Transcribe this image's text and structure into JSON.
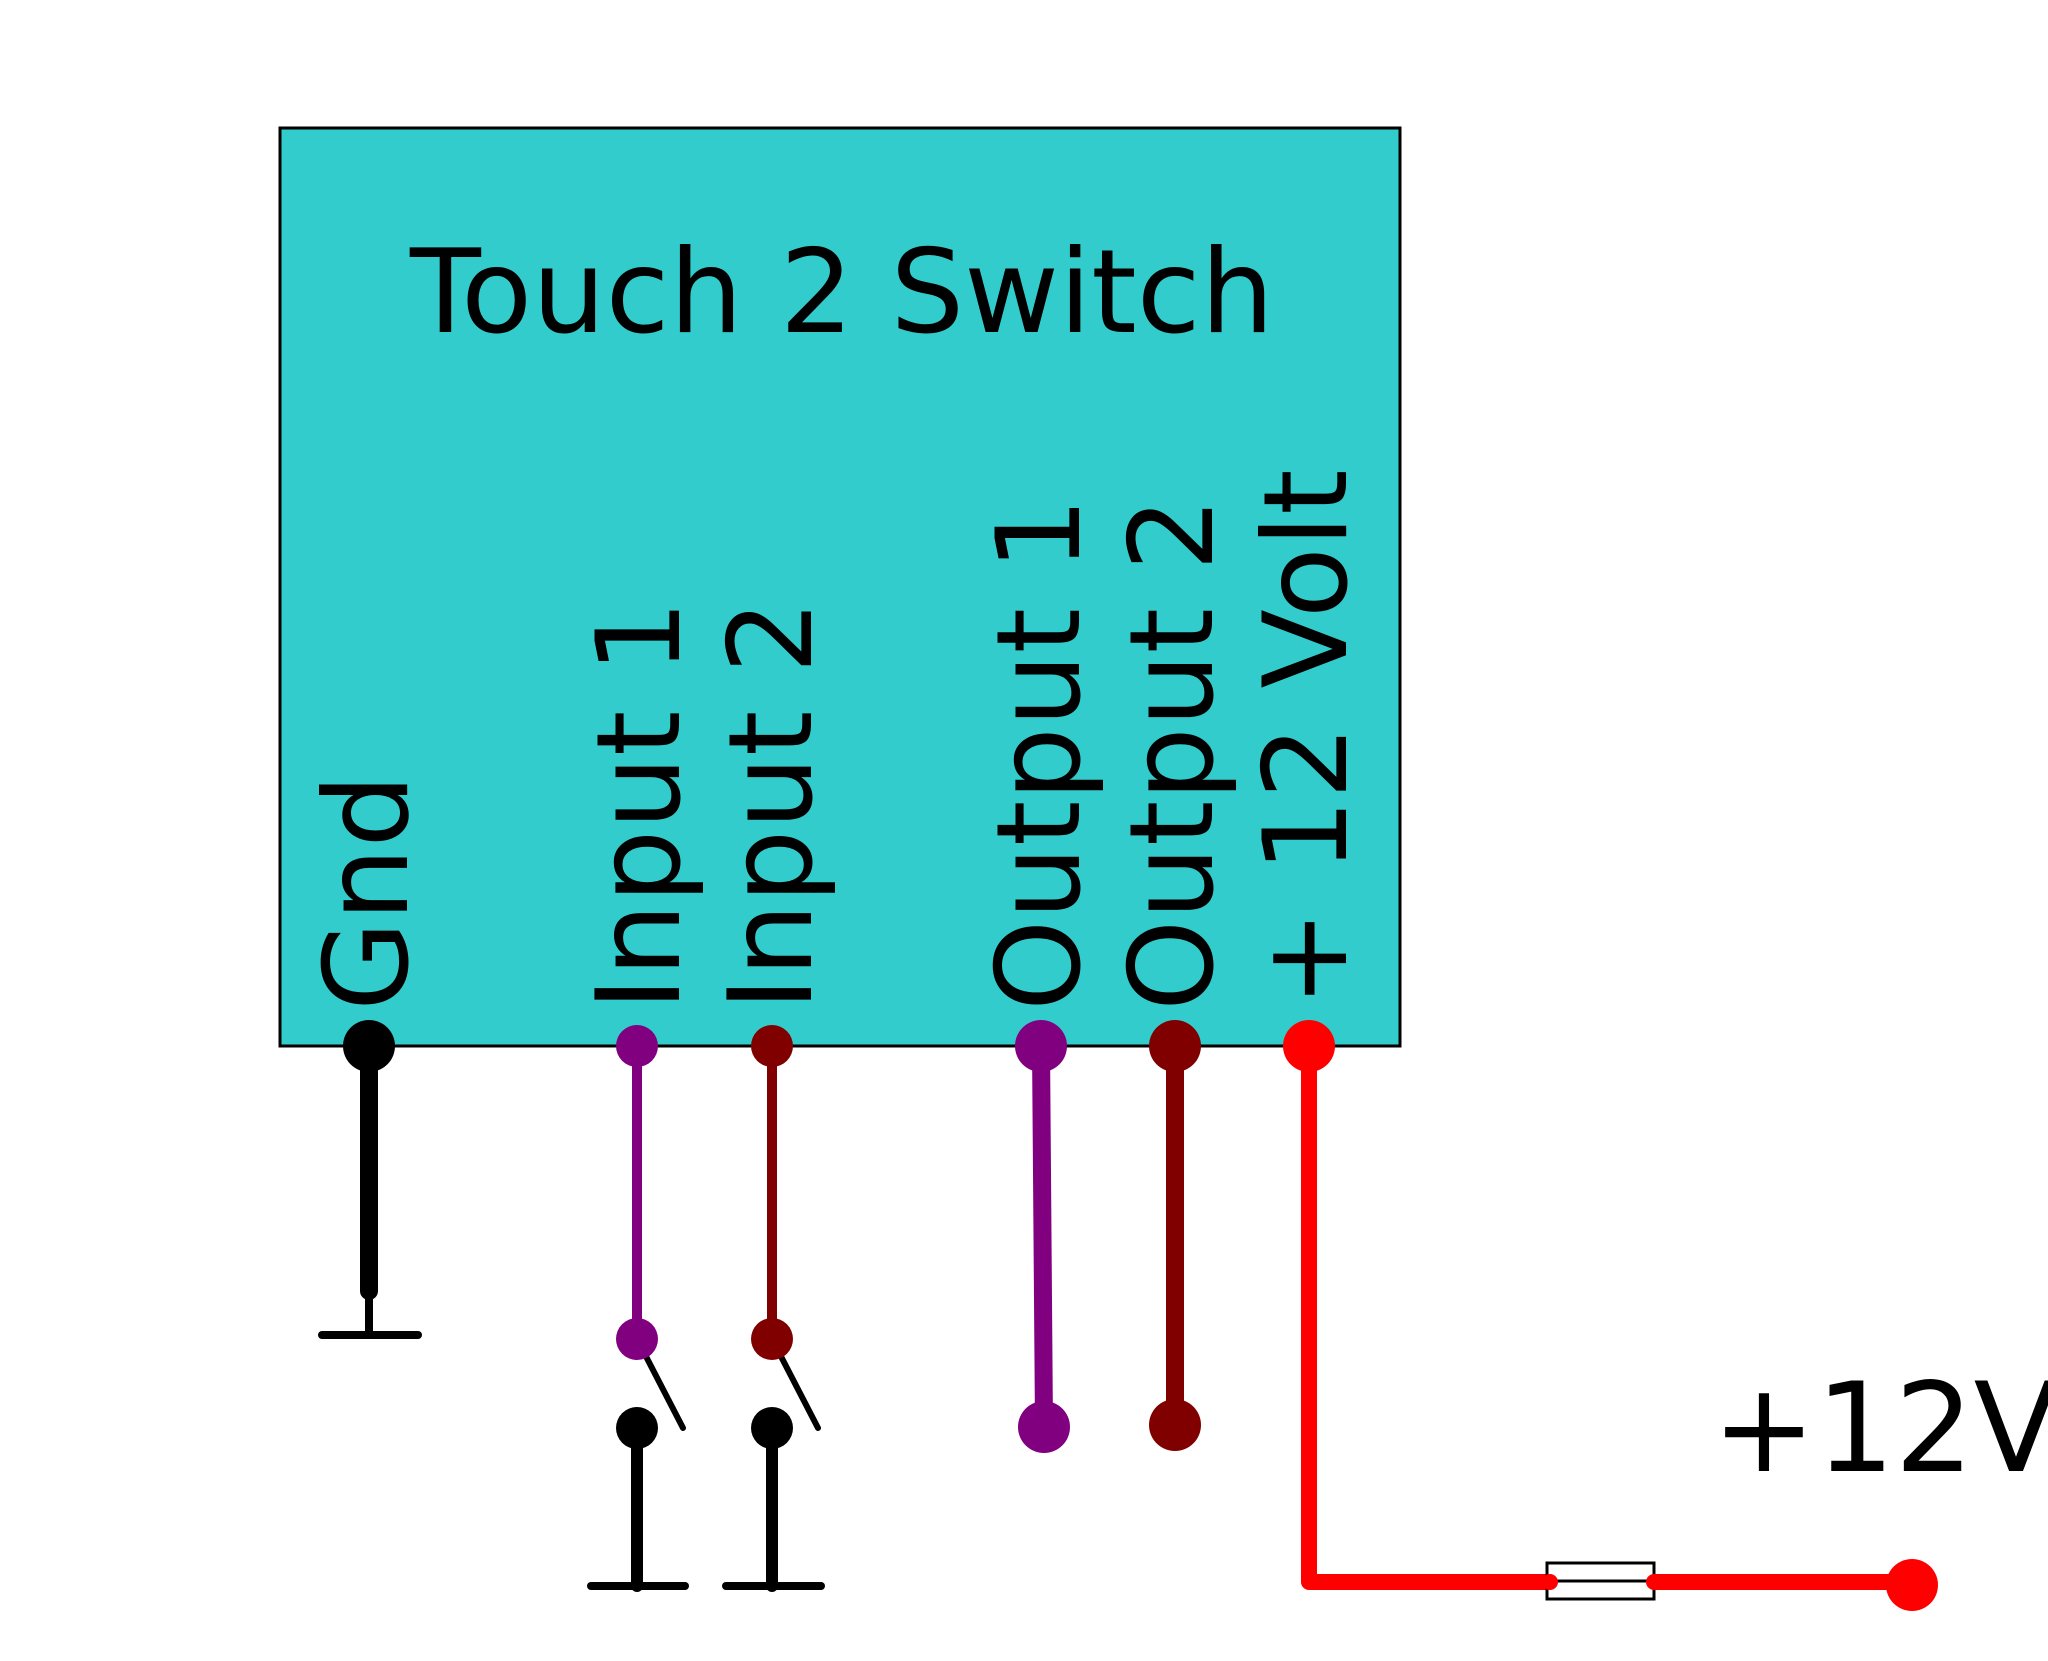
{
  "module": {
    "title": "Touch 2 Switch",
    "fill_color": "#33cccc",
    "pins": [
      {
        "label": "Gnd",
        "color": "#000000"
      },
      {
        "label": "Input 1",
        "color": "#800080"
      },
      {
        "label": "Input 2",
        "color": "#800000"
      },
      {
        "label": "Output 1",
        "color": "#800080"
      },
      {
        "label": "Output 2",
        "color": "#800000"
      },
      {
        "label": "+ 12 Volt",
        "color": "#ff0000"
      }
    ]
  },
  "supply": {
    "label": "+12V",
    "color": "#ff0000"
  },
  "components": [
    "ground-symbol",
    "switch-input-1",
    "switch-input-2",
    "fuse"
  ]
}
